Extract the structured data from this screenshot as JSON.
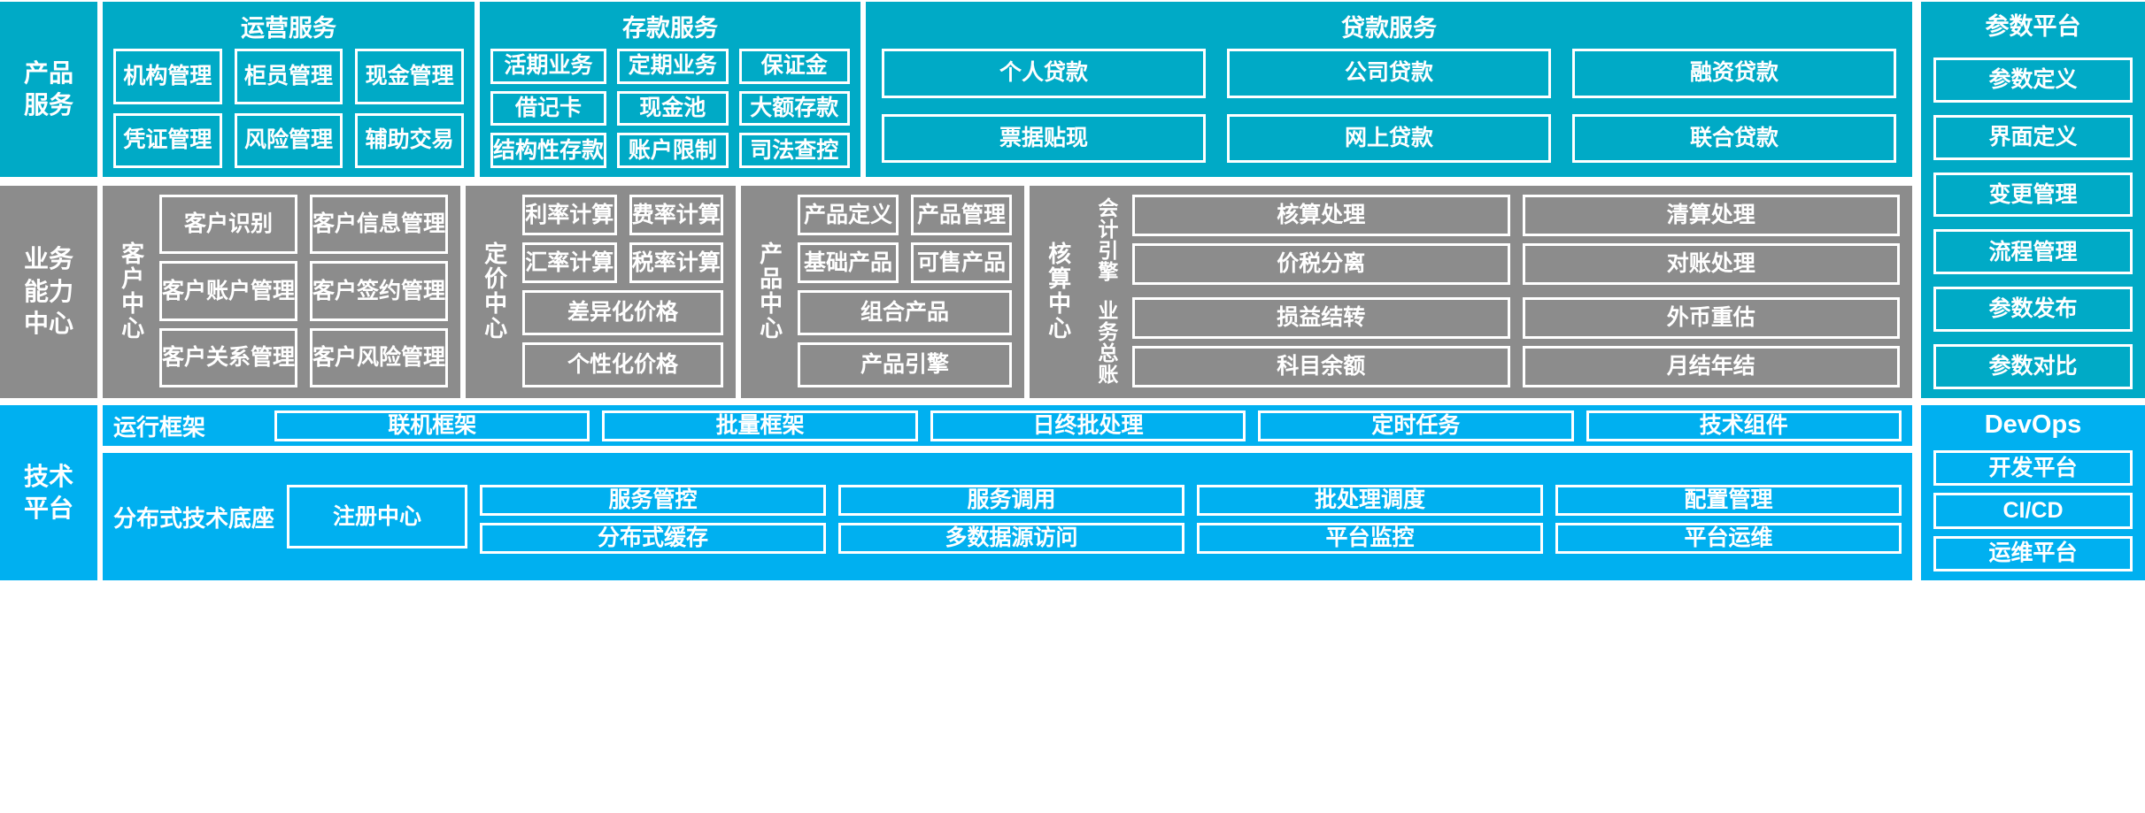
{
  "colors": {
    "product_band": "#00AAC6",
    "capability_band": "#8C8C8C",
    "tech_band": "#00B0F0",
    "border": "#FFFFFF",
    "text": "#FFFFFF",
    "page_background": "#FFFFFF"
  },
  "product_layer": {
    "side_label": "产品\n服务",
    "groups": [
      {
        "title": "运营服务",
        "items": [
          "机构管理",
          "柜员管理",
          "现金管理",
          "凭证管理",
          "风险管理",
          "辅助交易"
        ]
      },
      {
        "title": "存款服务",
        "items": [
          "活期业务",
          "定期业务",
          "保证金",
          "借记卡",
          "现金池",
          "大额存款",
          "结构性存款",
          "账户限制",
          "司法查控"
        ]
      },
      {
        "title": "贷款服务",
        "items": [
          "个人贷款",
          "公司贷款",
          "融资贷款",
          "票据贴现",
          "网上贷款",
          "联合贷款"
        ]
      }
    ]
  },
  "parameter_platform": {
    "title": "参数平台",
    "items": [
      "参数定义",
      "界面定义",
      "变更管理",
      "流程管理",
      "参数发布",
      "参数对比"
    ]
  },
  "capability_layer": {
    "side_label": "业务\n能力\n中心",
    "centers": [
      {
        "label": "客户中心",
        "grid": [
          "客户识别",
          "客户信息管理",
          "客户账户管理",
          "客户签约管理",
          "客户关系管理",
          "客户风险管理"
        ],
        "wide": []
      },
      {
        "label": "定价中心",
        "grid": [
          "利率计算",
          "费率计算",
          "汇率计算",
          "税率计算"
        ],
        "wide": [
          "差异化价格",
          "个性化价格"
        ]
      },
      {
        "label": "产品中心",
        "grid": [
          "产品定义",
          "产品管理",
          "基础产品",
          "可售产品"
        ],
        "wide": [
          "组合产品",
          "产品引擎"
        ]
      },
      {
        "label": "核算中心",
        "sublabels": [
          "会计引擎",
          "业务总账"
        ],
        "sub_grids": [
          [
            "核算处理",
            "清算处理",
            "价税分离",
            "对账处理"
          ],
          [
            "损益结转",
            "外币重估",
            "科目余额",
            "月结年结"
          ]
        ]
      }
    ]
  },
  "tech_layer": {
    "side_label": "技术\n平台",
    "rows": [
      {
        "label": "运行框架",
        "items": [
          "联机框架",
          "批量框架",
          "日终批处理",
          "定时任务",
          "技术组件"
        ]
      },
      {
        "label": "分布式技术底座",
        "lead_item": "注册中心",
        "grid": [
          "服务管控",
          "服务调用",
          "批处理调度",
          "配置管理",
          "分布式缓存",
          "多数据源访问",
          "平台监控",
          "平台运维"
        ]
      }
    ]
  },
  "devops": {
    "title": "DevOps",
    "items": [
      "开发平台",
      "CI/CD",
      "运维平台"
    ]
  }
}
